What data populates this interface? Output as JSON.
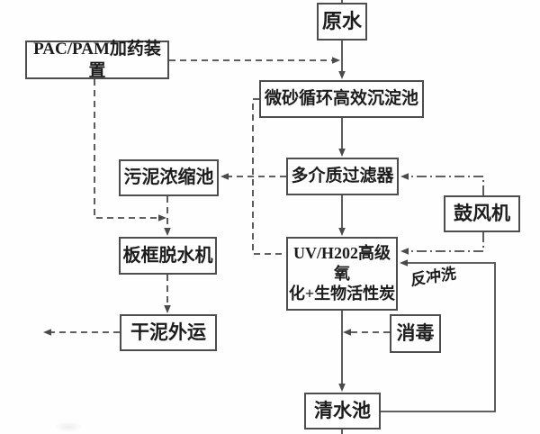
{
  "diagram": {
    "kind": "water-treatment-process-flowchart",
    "nodes": {
      "raw_water": {
        "label": "原水"
      },
      "dosing": {
        "label": "PAC/PAM加药装置"
      },
      "sedimentation": {
        "label": "微砂循环高效沉淀池"
      },
      "filter": {
        "label": "多介质过滤器"
      },
      "sludge_thickener": {
        "label": "污泥浓缩池"
      },
      "blower": {
        "label": "鼓风机"
      },
      "dewatering": {
        "label": "板框脱水机"
      },
      "uv_bac": {
        "label": "UV/H202高级氧化+生物活性炭",
        "lines": [
          "UV/H202高级氧",
          "化+生物活性炭"
        ]
      },
      "dry_sludge": {
        "label": "干泥外运"
      },
      "disinfection": {
        "label": "消毒"
      },
      "clear_water": {
        "label": "清水池"
      }
    },
    "edge_labels": {
      "backwash": "反冲洗"
    },
    "colors": {
      "line": "#4a4a4a",
      "text": "#1c1c1c",
      "background": "#fefefe"
    }
  }
}
